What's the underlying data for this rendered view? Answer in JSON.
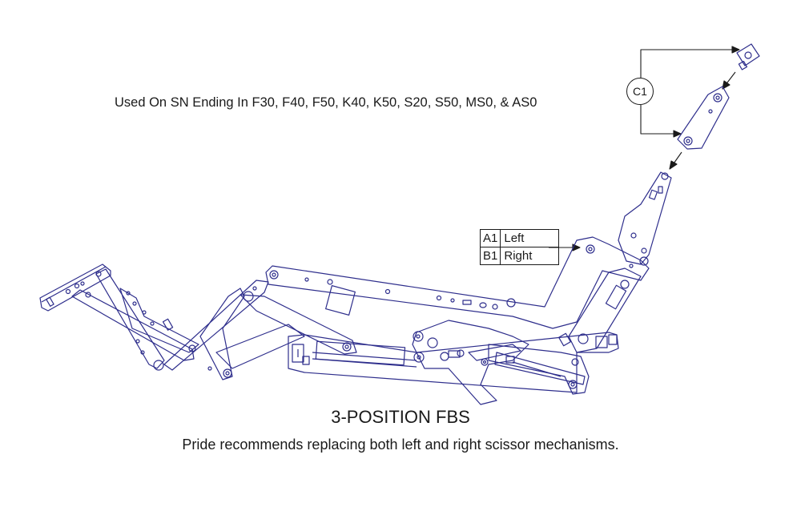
{
  "used_on_text": "Used On SN Ending In F30, F40, F50, K40, K50, S20, S50, MS0, & AS0",
  "callout": {
    "label": "C1"
  },
  "legend": [
    {
      "code": "A1",
      "side": "Left"
    },
    {
      "code": "B1",
      "side": "Right"
    }
  ],
  "title": "3-POSITION FBS",
  "note": "Pride recommends replacing both left and right scissor mechanisms.",
  "colors": {
    "line": "#2e2e8c",
    "text": "#1a1a1a",
    "background": "#ffffff"
  }
}
